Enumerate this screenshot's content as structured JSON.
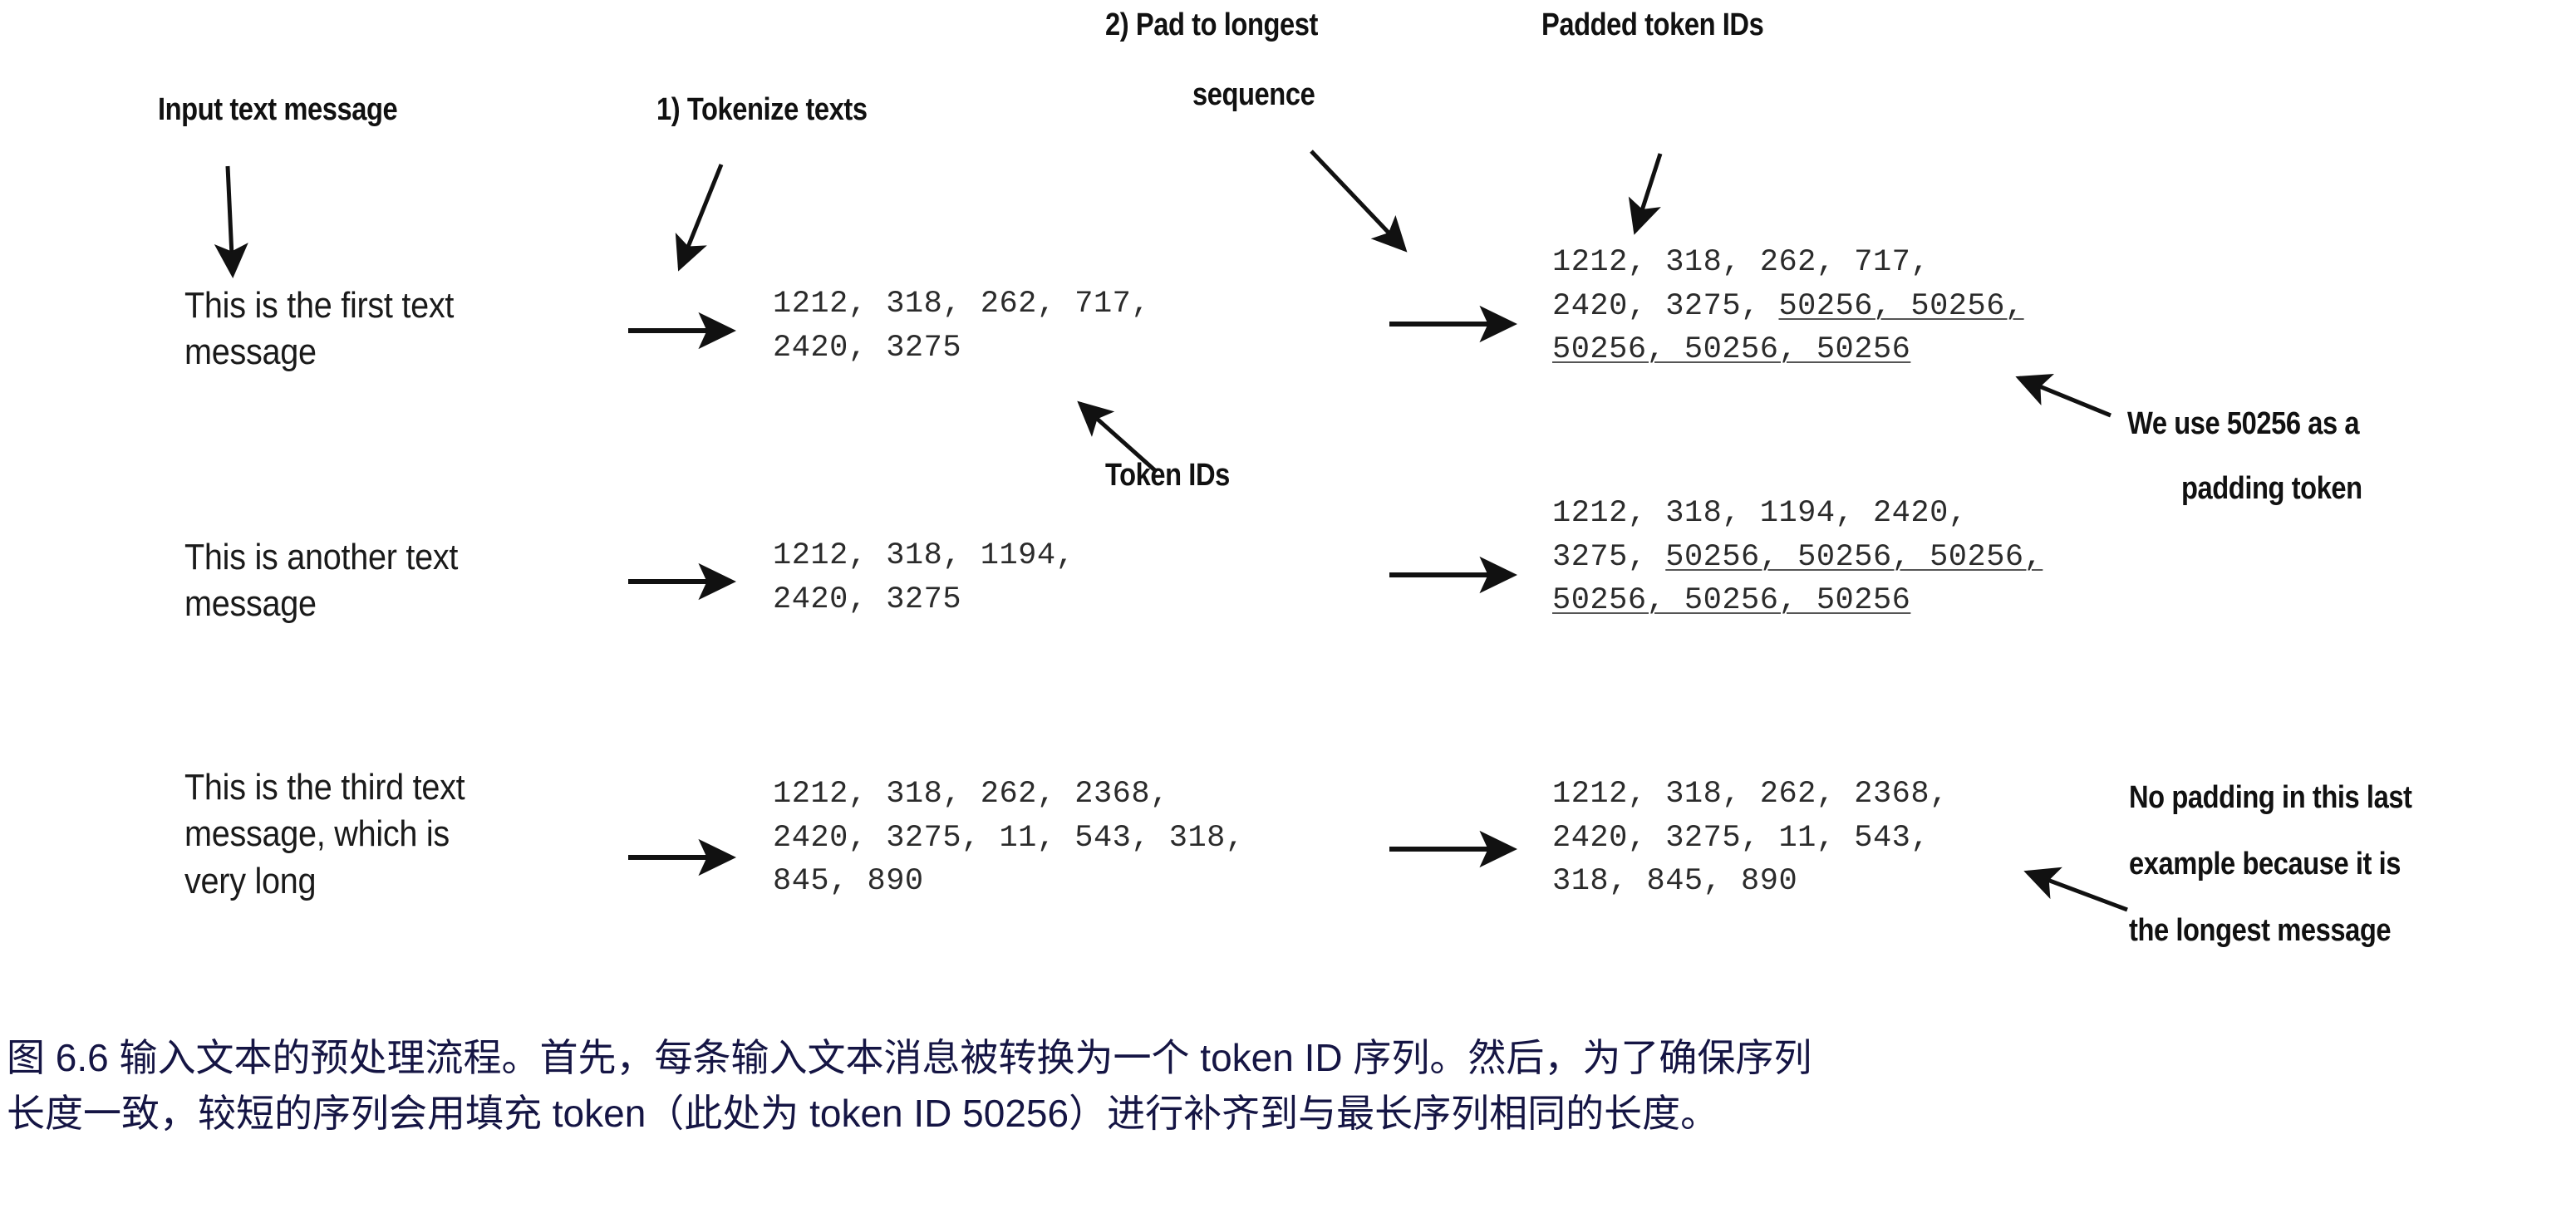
{
  "figure": {
    "headings": [
      {
        "id": "input-text-message",
        "text": "Input text message"
      },
      {
        "id": "tokenize-texts",
        "text": "1) Tokenize texts"
      },
      {
        "id": "pad-to-longest-line1",
        "text": "2) Pad to longest"
      },
      {
        "id": "pad-to-longest-line2",
        "text": "sequence"
      },
      {
        "id": "padded-token-ids",
        "text": "Padded token IDs"
      }
    ],
    "annotations": {
      "token_ids": "Token IDs",
      "padding_note_line1": "We use 50256 as a",
      "padding_note_line2": "padding token",
      "no_padding_line1": "No padding in this last",
      "no_padding_line2": "example because it is",
      "no_padding_line3": "the longest message"
    },
    "rows": [
      {
        "message": "This is the first text\nmessage",
        "token_ids": "1212, 318, 262, 717,\n2420, 3275",
        "padded_prefix": "1212, 318, 262, 717,\n2420, 3275, ",
        "padded_suffix": "50256, 50256,\n50256, 50256, 50256"
      },
      {
        "message": "This is another text\nmessage",
        "token_ids": "1212, 318, 1194,\n2420, 3275",
        "padded_prefix": "1212, 318, 1194, 2420,\n3275, ",
        "padded_suffix": "50256, 50256, 50256,\n50256, 50256, 50256"
      },
      {
        "message": "This is the third text\nmessage, which is\nvery long",
        "token_ids": "1212, 318, 262, 2368,\n2420, 3275, 11, 543, 318,\n845, 890",
        "padded_prefix": "1212, 318, 262, 2368,\n2420, 3275, 11, 543,\n318, 845, 890",
        "padded_suffix": ""
      }
    ],
    "caption": {
      "line1": "图 6.6 输入文本的预处理流程。首先，每条输入文本消息被转换为一个 token ID 序列。然后，为了确保序列",
      "line2": "长度一致，较短的序列会用填充 token（此处为 token ID 50256）进行补齐到与最长序列相同的长度。"
    },
    "colors": {
      "ink": "#111111",
      "mono_ink": "#2b2b2b",
      "caption": "#151544",
      "background": "#ffffff"
    },
    "padding_token_id": "50256"
  }
}
